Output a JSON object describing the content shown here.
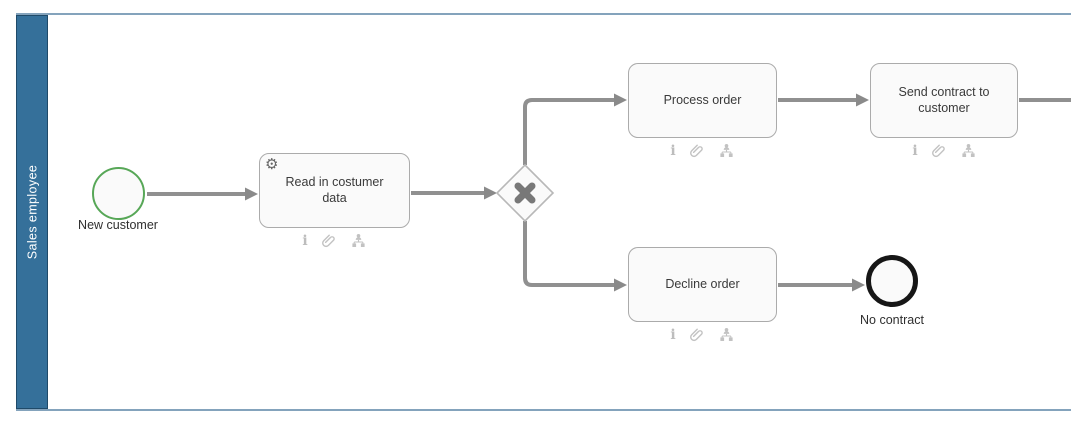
{
  "lane": {
    "label": "Sales employee"
  },
  "start_event": {
    "label": "New customer"
  },
  "end_event": {
    "label": "No contract"
  },
  "tasks": [
    {
      "label": "Read in costumer data",
      "type": "service"
    },
    {
      "label": "Process order",
      "type": "task"
    },
    {
      "label": "Send contract to customer",
      "type": "task"
    },
    {
      "label": "Decline order",
      "type": "task"
    }
  ],
  "gateway": {
    "type": "exclusive-x"
  },
  "icons": {
    "gear_glyph": "⚙",
    "info_glyph": "i"
  },
  "colors": {
    "lane_fill": "#35709A",
    "lane_border": "#1F4A69",
    "pool_border": "#84A3BC",
    "flow_gray": "#909090",
    "task_fill": "#FAFAFA",
    "task_border": "#ABABAB",
    "start_event_stroke": "#57A757",
    "end_event_stroke": "#161616",
    "gateway_marker": "#787878",
    "badge_gray": "#C2C2C2"
  }
}
